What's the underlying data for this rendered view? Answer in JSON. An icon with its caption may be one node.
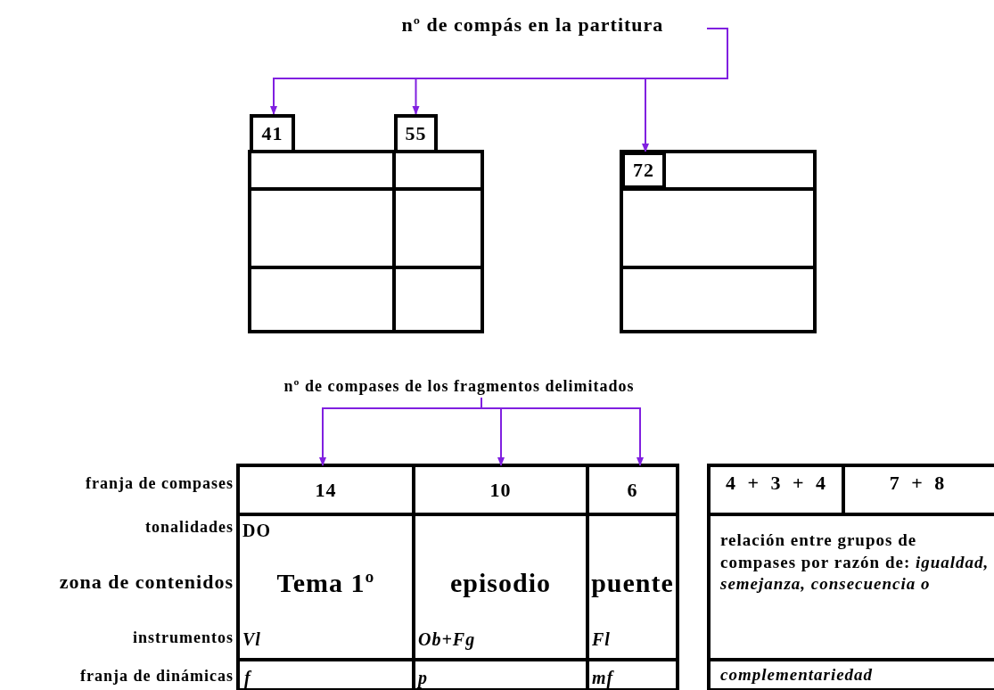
{
  "diagram": {
    "nodes": [
      {
        "text": [
          "nº de compás en la partitura"
        ]
      },
      {
        "text": [
          "41"
        ]
      },
      {
        "text": [
          "55"
        ]
      },
      {
        "text": [
          "72"
        ]
      },
      {
        "text": [
          "nº de compases de los fragmentos delimitados"
        ]
      },
      {
        "text": [
          "14"
        ]
      },
      {
        "text": [
          "10"
        ]
      },
      {
        "text": [
          "6"
        ]
      }
    ],
    "edges": [
      {
        "from": 0,
        "to": 1,
        "arrow": "to"
      },
      {
        "from": 0,
        "to": 2,
        "arrow": "to"
      },
      {
        "from": 0,
        "to": 3,
        "arrow": "to"
      },
      {
        "from": 4,
        "to": 5,
        "arrow": "to"
      },
      {
        "from": 4,
        "to": 6,
        "arrow": "to"
      },
      {
        "from": 4,
        "to": 7,
        "arrow": "to"
      }
    ],
    "labels": [
      "franja de compases",
      "4 + 3 + 4",
      "7 + 8",
      "tonalidades",
      "DO",
      "zona de contenidos",
      "Tema 1º",
      "episodio",
      "puente",
      "relación entre grupos de compases por razón de: *igualdad, semejanza, consecuencia o*",
      "instrumentos",
      "Vl",
      "Ob+Fg",
      "Fl",
      "franja de dinámicas",
      "f",
      "p",
      "mf",
      "complementariedad"
    ]
  }
}
